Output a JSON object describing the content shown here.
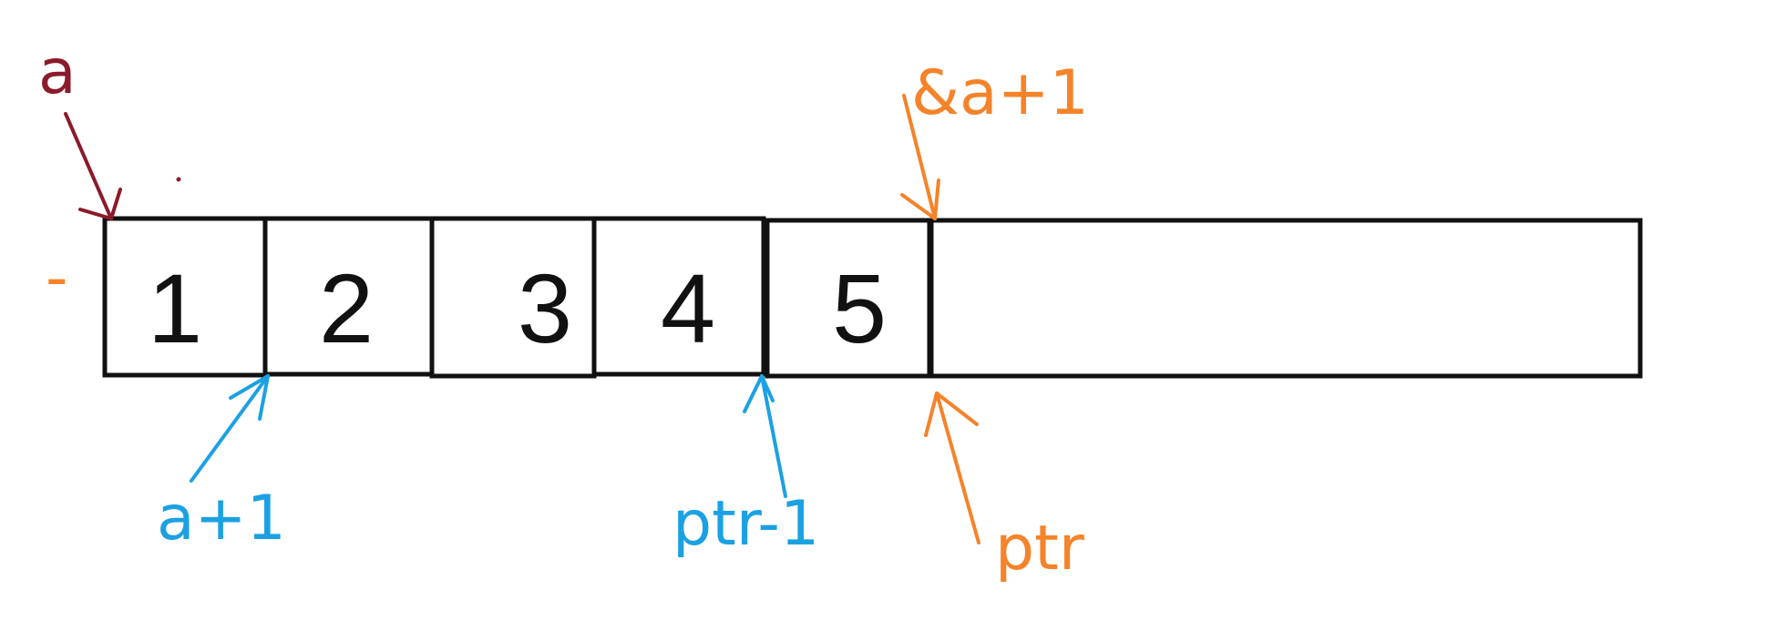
{
  "colors": {
    "cell_border": "#111111",
    "label_a": "#8B1A2A",
    "label_blue": "#1BA1E2",
    "label_orange": "#F5832A"
  },
  "cells": [
    "1",
    "2",
    "3",
    "4",
    "5",
    ""
  ],
  "labels": {
    "a": "a",
    "a_plus_1": "a+1",
    "ptr_minus_1": "ptr-1",
    "addr_a_plus_1": "&a+1",
    "ptr": "ptr",
    "dash": "-"
  }
}
